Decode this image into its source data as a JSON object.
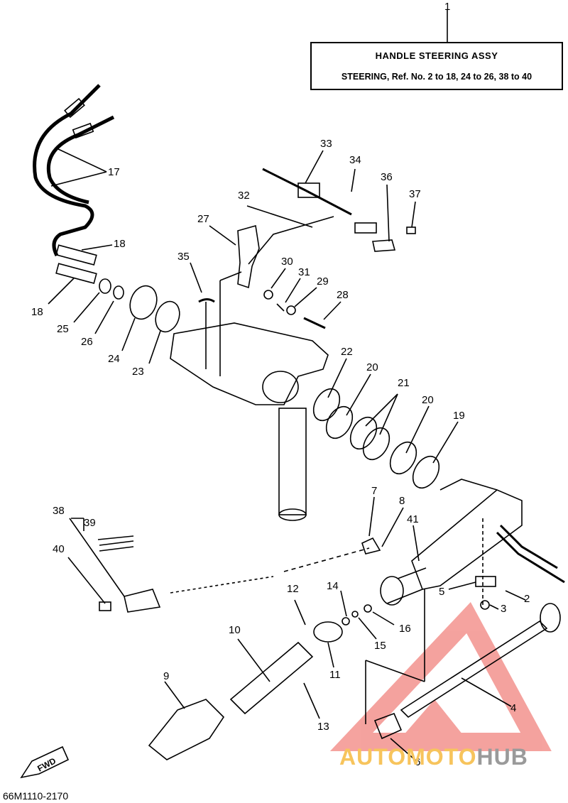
{
  "title_box": {
    "title": "HANDLE STEERING ASSY",
    "subtitle": "STEERING, Ref. No. 2 to 18, 24 to 26, 38 to 40"
  },
  "part_numbers": [
    "1",
    "2",
    "3",
    "4",
    "5",
    "6",
    "7",
    "8",
    "9",
    "10",
    "11",
    "12",
    "13",
    "14",
    "15",
    "16",
    "17",
    "18",
    "18",
    "19",
    "20",
    "20",
    "21",
    "22",
    "23",
    "24",
    "25",
    "26",
    "27",
    "28",
    "29",
    "30",
    "31",
    "32",
    "33",
    "34",
    "35",
    "36",
    "37",
    "38",
    "39",
    "40",
    "41"
  ],
  "arrow_label": "FWD",
  "diagram_code": "66M1110-2170",
  "watermark": {
    "part1": "AUTO",
    "part2": "MOTO",
    "part3": "HUB",
    "color_red": "#e8322b",
    "color_orange": "#f7c45c",
    "color_gray": "#9a9a9a"
  }
}
